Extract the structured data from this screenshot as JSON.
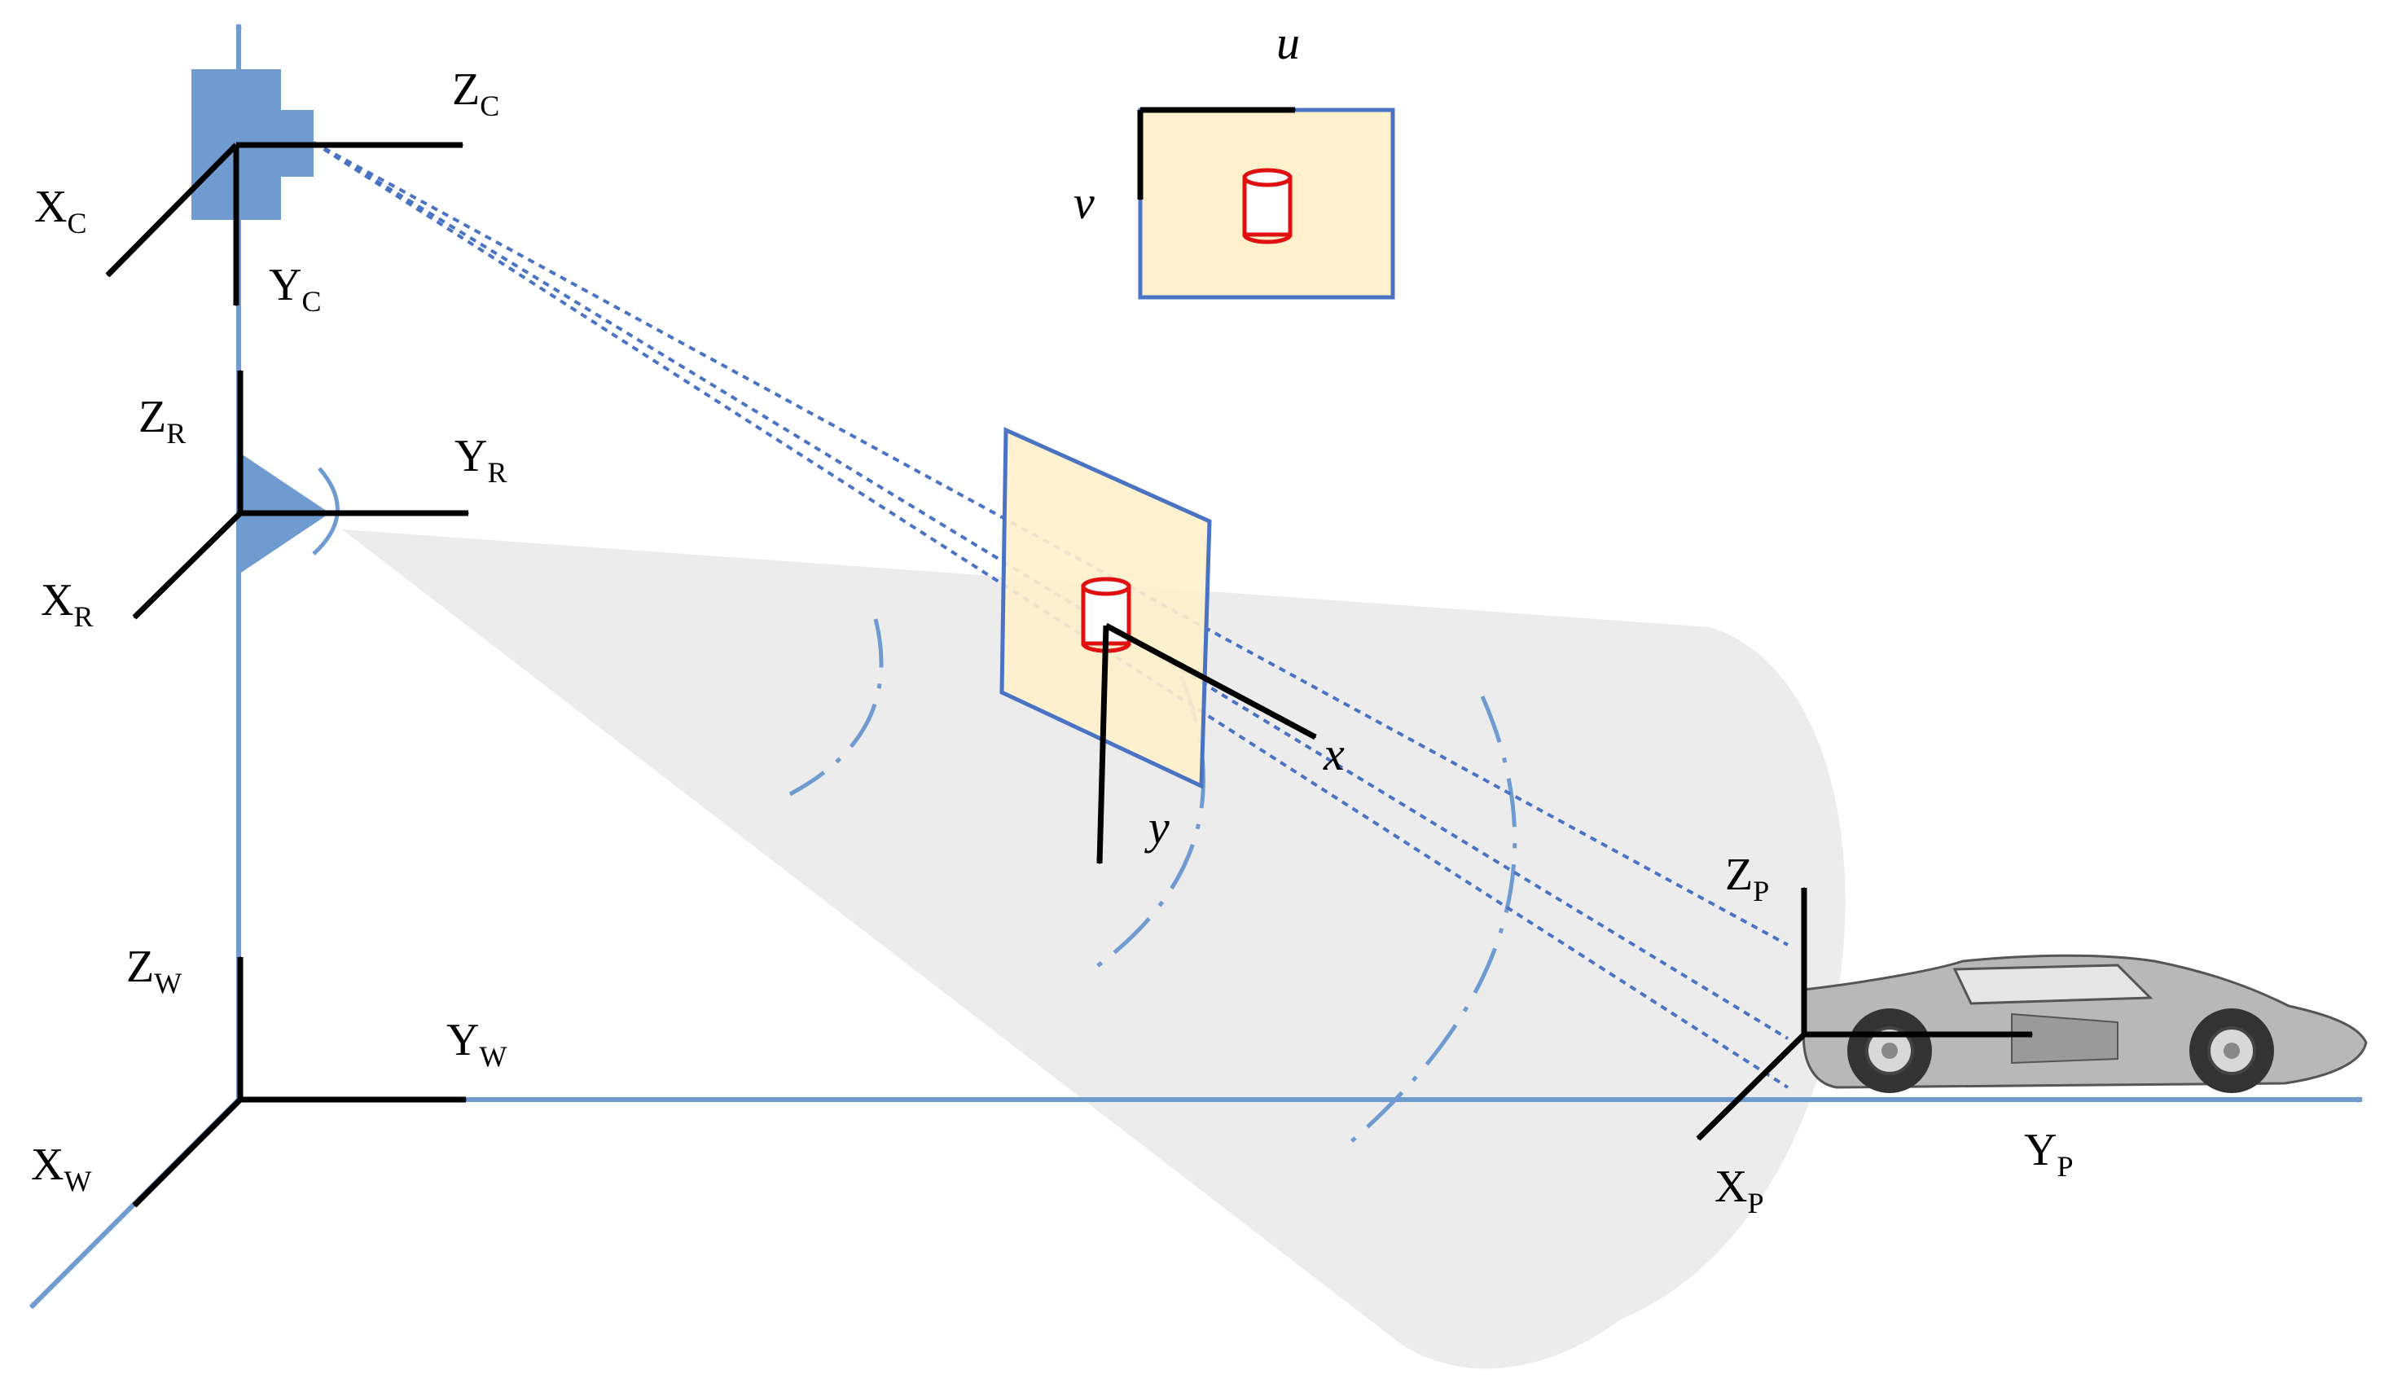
{
  "colors": {
    "axis_black": "#000000",
    "axis_blue": "#6f9bd1",
    "blue_fill": "#6f9bd1",
    "frame_blue": "#4a73c4",
    "plane_fill": "#fff1cc",
    "cone_fill": "#ececec",
    "marker_red": "#e01010",
    "car_fill": "#b8b8b8"
  },
  "icons": {
    "camera": "camera-icon",
    "radar": "radar-icon",
    "car": "car-icon",
    "target": "cylinder-target-icon"
  },
  "frames": {
    "camera": {
      "z": {
        "base": "Z",
        "sub": "C"
      },
      "x": {
        "base": "X",
        "sub": "C"
      },
      "y": {
        "base": "Y",
        "sub": "C"
      }
    },
    "radar": {
      "z": {
        "base": "Z",
        "sub": "R"
      },
      "x": {
        "base": "X",
        "sub": "R"
      },
      "y": {
        "base": "Y",
        "sub": "R"
      }
    },
    "world": {
      "z": {
        "base": "Z",
        "sub": "W"
      },
      "x": {
        "base": "X",
        "sub": "W"
      },
      "y": {
        "base": "Y",
        "sub": "W"
      }
    },
    "target": {
      "z": {
        "base": "Z",
        "sub": "P"
      },
      "x": {
        "base": "X",
        "sub": "P"
      },
      "y": {
        "base": "Y",
        "sub": "P"
      }
    }
  },
  "image_plane": {
    "x": "x",
    "y": "y"
  },
  "pixel_plane": {
    "u": "u",
    "v": "v"
  }
}
